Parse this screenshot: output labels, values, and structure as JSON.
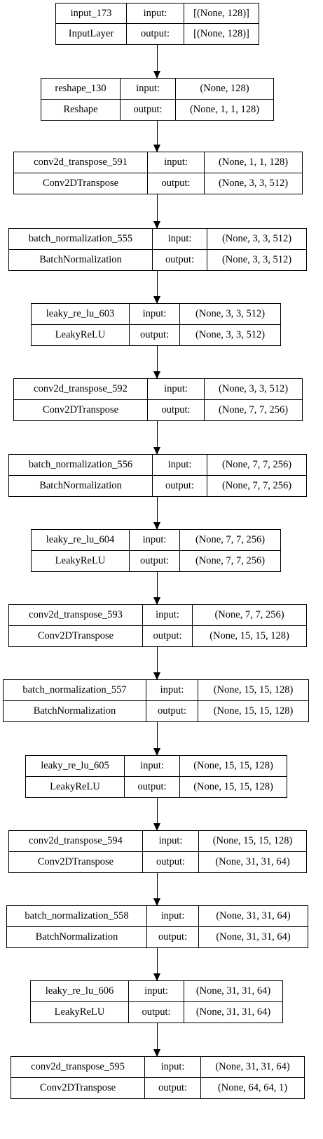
{
  "diagram": {
    "layers": [
      {
        "name": "input_173",
        "type": "InputLayer",
        "in_label": "input:",
        "out_label": "output:",
        "input": "[(None, 128)]",
        "output": "[(None, 128)]"
      },
      {
        "name": "reshape_130",
        "type": "Reshape",
        "in_label": "input:",
        "out_label": "output:",
        "input": "(None, 128)",
        "output": "(None, 1, 1, 128)"
      },
      {
        "name": "conv2d_transpose_591",
        "type": "Conv2DTranspose",
        "in_label": "input:",
        "out_label": "output:",
        "input": "(None, 1, 1, 128)",
        "output": "(None, 3, 3, 512)"
      },
      {
        "name": "batch_normalization_555",
        "type": "BatchNormalization",
        "in_label": "input:",
        "out_label": "output:",
        "input": "(None, 3, 3, 512)",
        "output": "(None, 3, 3, 512)"
      },
      {
        "name": "leaky_re_lu_603",
        "type": "LeakyReLU",
        "in_label": "input:",
        "out_label": "output:",
        "input": "(None, 3, 3, 512)",
        "output": "(None, 3, 3, 512)"
      },
      {
        "name": "conv2d_transpose_592",
        "type": "Conv2DTranspose",
        "in_label": "input:",
        "out_label": "output:",
        "input": "(None, 3, 3, 512)",
        "output": "(None, 7, 7, 256)"
      },
      {
        "name": "batch_normalization_556",
        "type": "BatchNormalization",
        "in_label": "input:",
        "out_label": "output:",
        "input": "(None, 7, 7, 256)",
        "output": "(None, 7, 7, 256)"
      },
      {
        "name": "leaky_re_lu_604",
        "type": "LeakyReLU",
        "in_label": "input:",
        "out_label": "output:",
        "input": "(None, 7, 7, 256)",
        "output": "(None, 7, 7, 256)"
      },
      {
        "name": "conv2d_transpose_593",
        "type": "Conv2DTranspose",
        "in_label": "input:",
        "out_label": "output:",
        "input": "(None, 7, 7, 256)",
        "output": "(None, 15, 15, 128)"
      },
      {
        "name": "batch_normalization_557",
        "type": "BatchNormalization",
        "in_label": "input:",
        "out_label": "output:",
        "input": "(None, 15, 15, 128)",
        "output": "(None, 15, 15, 128)"
      },
      {
        "name": "leaky_re_lu_605",
        "type": "LeakyReLU",
        "in_label": "input:",
        "out_label": "output:",
        "input": "(None, 15, 15, 128)",
        "output": "(None, 15, 15, 128)"
      },
      {
        "name": "conv2d_transpose_594",
        "type": "Conv2DTranspose",
        "in_label": "input:",
        "out_label": "output:",
        "input": "(None, 15, 15, 128)",
        "output": "(None, 31, 31, 64)"
      },
      {
        "name": "batch_normalization_558",
        "type": "BatchNormalization",
        "in_label": "input:",
        "out_label": "output:",
        "input": "(None, 31, 31, 64)",
        "output": "(None, 31, 31, 64)"
      },
      {
        "name": "leaky_re_lu_606",
        "type": "LeakyReLU",
        "in_label": "input:",
        "out_label": "output:",
        "input": "(None, 31, 31, 64)",
        "output": "(None, 31, 31, 64)"
      },
      {
        "name": "conv2d_transpose_595",
        "type": "Conv2DTranspose",
        "in_label": "input:",
        "out_label": "output:",
        "input": "(None, 31, 31, 64)",
        "output": "(None, 64, 64, 1)"
      }
    ]
  }
}
